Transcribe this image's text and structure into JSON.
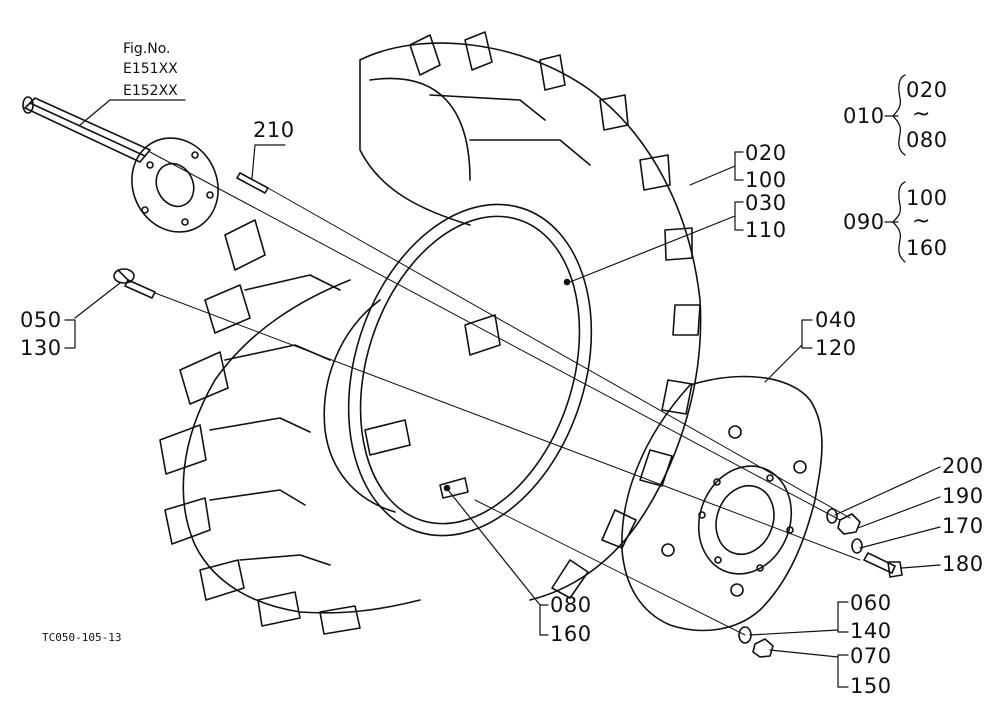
{
  "figure": {
    "ref_title": "Fig.No.",
    "ref_models": [
      "E151XX",
      "E152XX"
    ],
    "drawing_code": "TC050-105-13"
  },
  "callouts": {
    "c020_100": [
      "020",
      "100"
    ],
    "c030_110": [
      "030",
      "110"
    ],
    "c040_120": [
      "040",
      "120"
    ],
    "c050_130": [
      "050",
      "130"
    ],
    "c060_140": [
      "060",
      "140"
    ],
    "c070_150": [
      "070",
      "150"
    ],
    "c080_160": [
      "080",
      "160"
    ],
    "c170": "170",
    "c180": "180",
    "c190": "190",
    "c200": "200",
    "c210": "210"
  },
  "legend": {
    "group1": {
      "parent": "010",
      "from": "020",
      "to": "080",
      "tilde": "~"
    },
    "group2": {
      "parent": "090",
      "from": "100",
      "to": "160",
      "tilde": "~"
    }
  },
  "colors": {
    "ink": "#111111",
    "paper": "#ffffff"
  }
}
